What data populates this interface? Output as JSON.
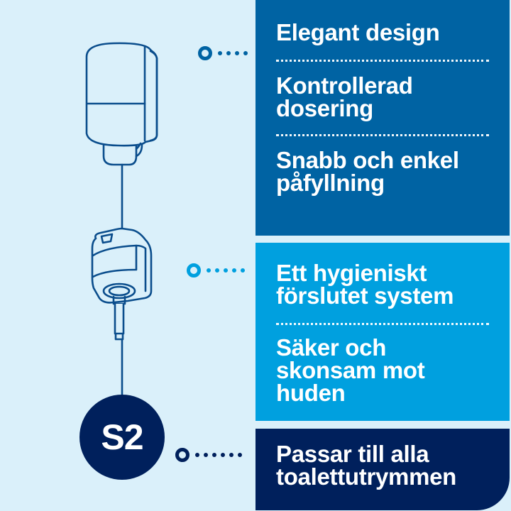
{
  "colors": {
    "background": "#daf0fa",
    "panel_dark_blue": "#0063a3",
    "panel_light_blue": "#00a0df",
    "panel_navy": "#00205c",
    "line_art": "#0a4d8c",
    "text": "#ffffff"
  },
  "illustration": {
    "items": [
      {
        "name": "dispenser-icon",
        "description": "Wall-mounted soap dispenser"
      },
      {
        "name": "refill-cartridge-icon",
        "description": "Sealed refill pump cartridge"
      }
    ],
    "badge": {
      "label": "S2"
    }
  },
  "panels": [
    {
      "id": "dispenser-benefits",
      "color": "#0063a3",
      "features": [
        {
          "lines": [
            "Elegant design"
          ]
        },
        {
          "lines": [
            "Kontrollerad",
            "dosering"
          ]
        },
        {
          "lines": [
            "Snabb och enkel",
            "påfyllning"
          ]
        }
      ]
    },
    {
      "id": "refill-benefits",
      "color": "#00a0df",
      "features": [
        {
          "lines": [
            "Ett hygieniskt",
            "förslutet system"
          ]
        },
        {
          "lines": [
            "Säker och",
            "skonsam mot",
            "huden"
          ]
        }
      ]
    },
    {
      "id": "system-benefits",
      "color": "#00205c",
      "features": [
        {
          "lines": [
            "Passar till alla",
            "toalettutrymmen"
          ]
        }
      ]
    }
  ]
}
